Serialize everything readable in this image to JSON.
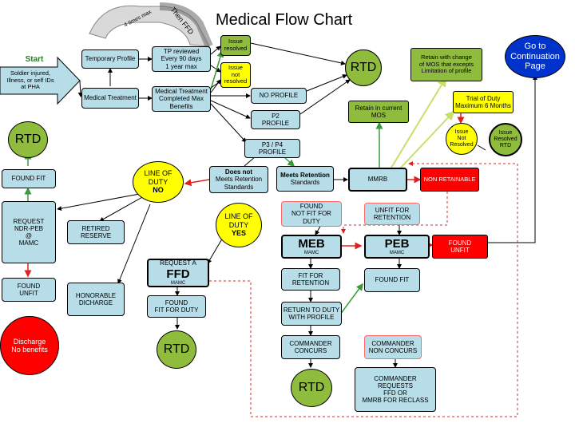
{
  "title": "Medical Flow Chart",
  "arrow_labels": {
    "four_times_max": "4 times max",
    "then_ffd": "Then FFD"
  },
  "start": {
    "label": "Start",
    "text": "Soldier injured,\nIllness, or self IDs\nat PHA"
  },
  "nodes": {
    "temporary_profile": "Temporary Profile",
    "tp_reviewed": "TP reviewed\nEvery 90 days\n1 year max",
    "medical_treatment": "Medical Treatment",
    "med_treatment_completed": "Medical Treatment\nCompleted Max\nBenefits",
    "issue_resolved_top": "Issue\nresolved",
    "issue_not_resolved_top": "Issue\nnot\nresolved",
    "rtd_top": "RTD",
    "retain_change_mos": "Retain with change\nof MOS that excepts\nLimitation of profile",
    "go_to_continuation": "Go to\nContinuation\nPage",
    "no_profile": "NO PROFILE",
    "p2_profile": "P2\nPROFILE",
    "retain_current_mos": "Retain in current\nMOS",
    "trial_of_duty": "Trial of Duty\nMaximum 6 Months",
    "issue_not_resolved_right": "Issue\nNot\nResolved",
    "issue_resolved_rtd": "Issue\nResolved\nRTD",
    "p3p4_profile": "P3 / P4\nPROFILE",
    "rtd_left": "RTD",
    "line_of_duty_no": {
      "line1": "LINE OF\nDUTY",
      "line2": "NO"
    },
    "does_not_meet": {
      "bold": "Does not",
      "rest": "Meets Retention\nStandards"
    },
    "meets_retention": {
      "bold": "Meets Retention",
      "rest": "Standards"
    },
    "mmrb": "MMRB",
    "non_retainable": "NON RETAINABLE",
    "found_fit_left": "FOUND FIT",
    "request_ndr_peb": "REQUEST\nNDR-PEB\n@\nMAMC",
    "retired_reserve": "RETIRED\nRESERVE",
    "line_of_duty_yes": {
      "line1": "LINE OF\nDUTY",
      "line2": "YES"
    },
    "found_not_fit": "FOUND\nNOT FIT FOR\nDUTY",
    "unfit_for_retention": "UNFIT FOR\nRETENTION",
    "meb": {
      "title": "MEB",
      "sub": "MAMC"
    },
    "peb": {
      "title": "PEB",
      "sub": "MAMC"
    },
    "found_unfit_right": "FOUND\nUNFIT",
    "request_a_ffd": {
      "line1": "REQUEST A",
      "title": "FFD",
      "sub": "MAMC"
    },
    "found_unfit_left": "FOUND\nUNFIT",
    "honorable_discharge": "HONORABLE\nDICHARGE",
    "fit_for_retention": "FIT FOR\nRETENTION",
    "found_fit_peb": "FOUND FIT",
    "found_fit_for_duty": "FOUND\nFIT FOR DUTY",
    "return_to_duty": "RETURN TO DUTY\nWITH PROFILE",
    "discharge_no_benefits": "Discharge\nNo benefits",
    "commander_concurs": "COMMANDER\nCONCURS",
    "commander_non_concurs": "COMMANDER\nNON CONCURS",
    "rtd_bottom_left": "RTD",
    "rtd_bottom": "RTD",
    "commander_requests": "COMMANDER\nREQUESTS\nFFD OR\nMMRB FOR RECLASS"
  }
}
